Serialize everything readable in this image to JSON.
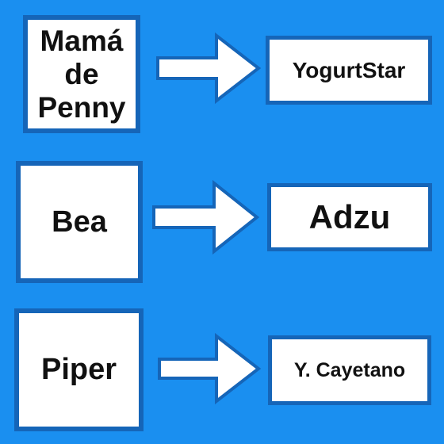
{
  "background_color": "#1a8ff0",
  "box_border_color": "#1565b8",
  "rows": [
    {
      "from": "Mamá\nde\nPenny",
      "to": "YogurtStar"
    },
    {
      "from": "Bea",
      "to": "Adzu"
    },
    {
      "from": "Piper",
      "to": "Y. Cayetano"
    }
  ]
}
